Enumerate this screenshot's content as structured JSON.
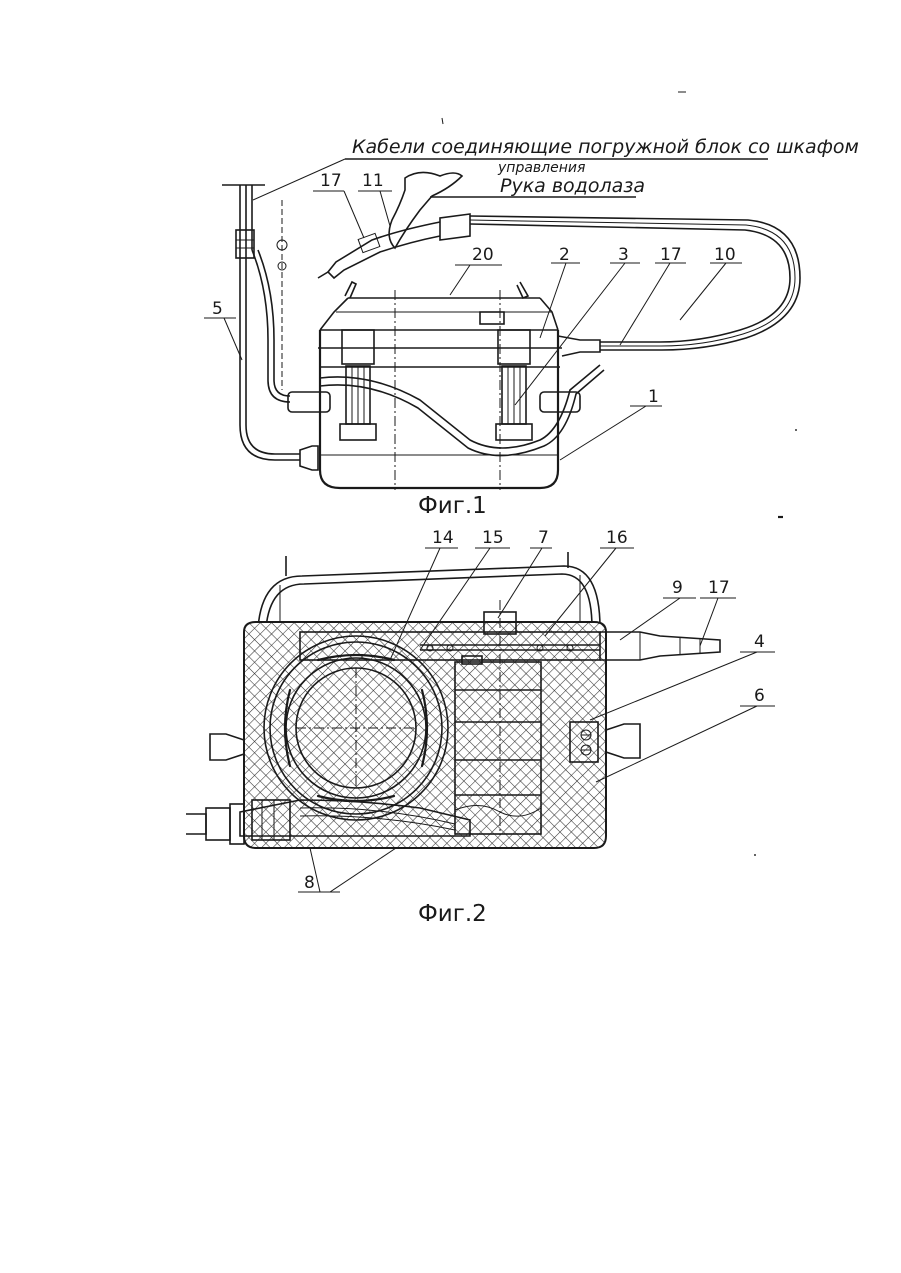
{
  "figure1": {
    "caption": "Фиг.1",
    "note_cables": "Кабели  соединяющие  погружной  блок со шкафом",
    "note_cables_2": "управления",
    "note_hand": "Рука  водолаза",
    "labels": [
      "17",
      "11",
      "20",
      "2",
      "3",
      "17",
      "10",
      "5",
      "1"
    ]
  },
  "figure2": {
    "caption": "Фиг.2",
    "labels": [
      "14",
      "15",
      "7",
      "16",
      "9",
      "17",
      "4",
      "6",
      "8"
    ]
  }
}
